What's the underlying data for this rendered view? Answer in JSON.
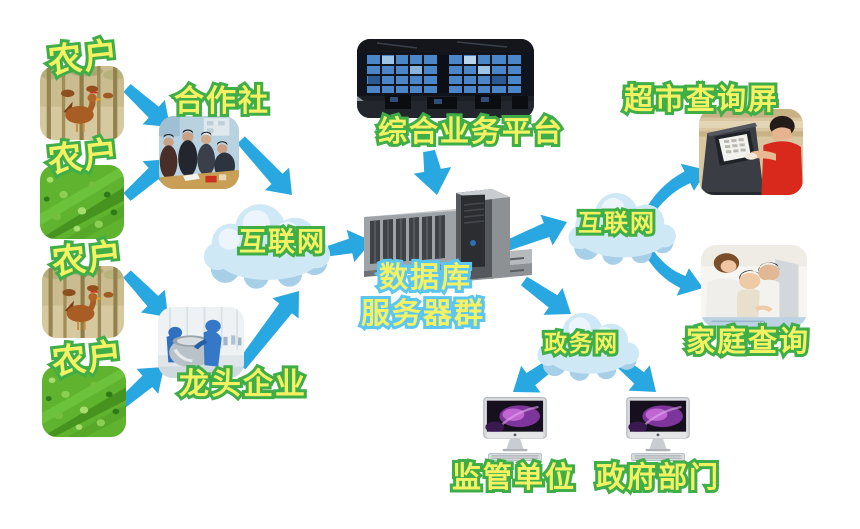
{
  "labels": {
    "farmer": "农户",
    "cooperative": "合作社",
    "enterprise": "龙头企业",
    "internet": "互联网",
    "platform": "综合业务平台",
    "database_line1": "数据库",
    "database_line2": "服务器群",
    "supermarket": "超市查询屏",
    "home": "家庭查询",
    "gov_network": "政务网",
    "regulator": "监管单位",
    "government": "政府部门"
  },
  "colors": {
    "arrow": "#29a7e0",
    "label_fill": "#f4f163",
    "label_stroke": "#3fae49",
    "label_stroke_alt": "#5cc6f0",
    "cloud_fill": "#cfe8f6",
    "cloud_shade": "#a8cfe8",
    "background": "#ffffff"
  },
  "icons": {
    "chicken_farm_photo": "poultry farm with hens",
    "vegetable_field_photo": "green vegetable field",
    "cooperative_photo": "farmers signing at a table",
    "factory_photo": "food factory workers with steel kettle",
    "control_room_photo": "monitoring room with video wall",
    "server_cluster": "database server rack group",
    "kiosk_photo": "shopper using supermarket query kiosk",
    "family_photo": "family using home computer",
    "desktop_computer": "desktop computer",
    "cloud": "network cloud",
    "arrow": "flow arrow"
  }
}
